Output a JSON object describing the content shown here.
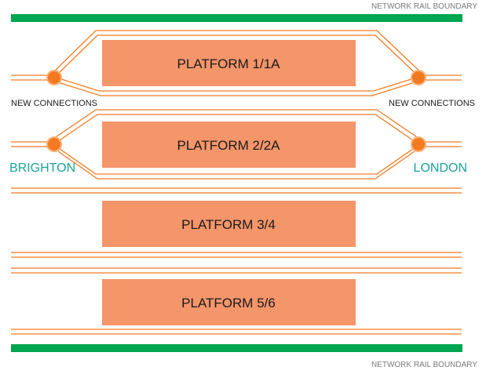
{
  "boundary": {
    "top_label": "NETWORK RAIL BOUNDARY",
    "bottom_label": "NETWORK RAIL BOUNDARY",
    "color": "#00a650",
    "label_color": "#7a7a7a"
  },
  "platforms": [
    {
      "label": "PLATFORM 1/1A"
    },
    {
      "label": "PLATFORM 2/2A"
    },
    {
      "label": "PLATFORM 3/4"
    },
    {
      "label": "PLATFORM 5/6"
    }
  ],
  "connections": {
    "left_label": "NEW CONNECTIONS",
    "right_label": "NEW CONNECTIONS",
    "node_color": "#f47a20"
  },
  "destinations": {
    "west": "BRIGHTON",
    "east": "LONDON",
    "color": "#1aa39a"
  },
  "colors": {
    "platform_fill": "#f4956a",
    "track": "#f47a20",
    "label_text": "#1a1a1a"
  }
}
